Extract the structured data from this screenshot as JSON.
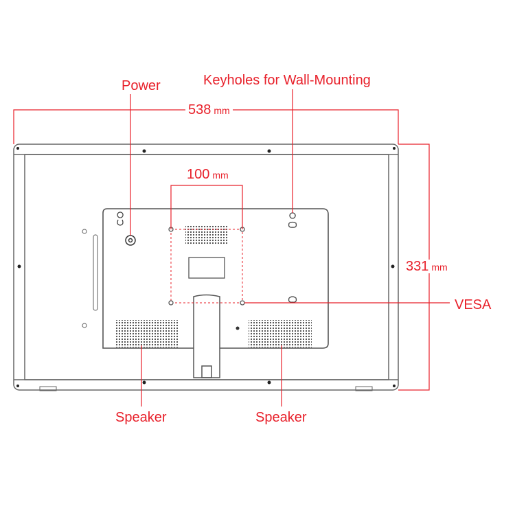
{
  "diagram": {
    "subject": "Monitor rear view with mounting dimensions",
    "colors": {
      "annotation": "#e8202a",
      "outline": "#555555"
    },
    "labels": {
      "power": "Power",
      "keyholes": "Keyholes for Wall-Mounting",
      "vesa": "VESA",
      "speaker_left": "Speaker",
      "speaker_right": "Speaker"
    },
    "dimensions": {
      "width": {
        "value": "538",
        "unit": "mm"
      },
      "height": {
        "value": "331",
        "unit": "mm"
      },
      "vesa_spacing": {
        "value": "100",
        "unit": "mm"
      }
    }
  }
}
